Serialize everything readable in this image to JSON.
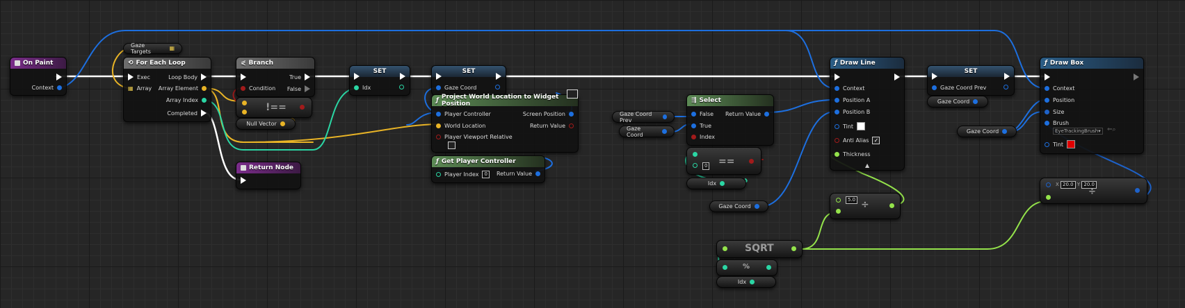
{
  "colors": {
    "exec": "#ffffff",
    "object": "#1d6fdf",
    "vector2d": "#1e62c9",
    "struct": "#1d6fdf",
    "bool": "#a11b1b",
    "int": "#2bd6a4",
    "float": "#94e34b",
    "array": "#e9b426",
    "tint_white": "#ffffff",
    "tint_red": "#e00000"
  },
  "on_paint": {
    "title": "On Paint",
    "context": "Context"
  },
  "gaze_targets": {
    "label": "Gaze Targets"
  },
  "for_each": {
    "title": "For Each Loop",
    "exec": "Exec",
    "array": "Array",
    "loop_body": "Loop Body",
    "array_element": "Array Element",
    "array_index": "Array Index",
    "completed": "Completed"
  },
  "branch": {
    "title": "Branch",
    "condition": "Condition",
    "true_label": "True",
    "false_label": "False"
  },
  "not_equal": {
    "op": "!=="
  },
  "null_vector": {
    "label": "Null Vector"
  },
  "return_node": {
    "title": "Return Node"
  },
  "set_idx": {
    "title": "SET",
    "pin": "Idx"
  },
  "set_gaze": {
    "title": "SET",
    "pin": "Gaze Coord"
  },
  "project": {
    "title": "Project World Location to Widget Position",
    "player_controller": "Player Controller",
    "world_location": "World Location",
    "viewport_relative": "Player Viewport Relative",
    "screen_position": "Screen Position",
    "return_value": "Return Value"
  },
  "get_pc": {
    "title": "Get Player Controller",
    "player_index": "Player Index",
    "player_index_value": "0",
    "return_value": "Return Value"
  },
  "gaze_coord_prev_var": {
    "label": "Gaze Coord Prev"
  },
  "gaze_coord_var1": {
    "label": "Gaze Coord"
  },
  "select": {
    "title": "Select",
    "false_label": "False",
    "true_label": "True",
    "index": "Index",
    "return_value": "Return Value"
  },
  "equals": {
    "op": "==",
    "value": "0"
  },
  "idx_var1": {
    "label": "Idx"
  },
  "gaze_coord_var2": {
    "label": "Gaze Coord"
  },
  "draw_line": {
    "title": "Draw Line",
    "context": "Context",
    "position_a": "Position A",
    "position_b": "Position B",
    "tint": "Tint",
    "anti_alias": "Anti Alias",
    "thickness": "Thickness"
  },
  "divide": {
    "value": "5.0",
    "op": "÷"
  },
  "sqrt": {
    "op": "SQRT"
  },
  "modulo": {
    "op": "%"
  },
  "idx_var2": {
    "label": "Idx"
  },
  "set_prev": {
    "title": "SET",
    "pin": "Gaze Coord Prev"
  },
  "gaze_coord_var3": {
    "label": "Gaze Coord"
  },
  "gaze_coord_var4": {
    "label": "Gaze Coord"
  },
  "draw_box": {
    "title": "Draw Box",
    "context": "Context",
    "position": "Position",
    "size": "Size",
    "brush": "Brush",
    "brush_value": "EyeTrackingBrush▾",
    "tint": "Tint"
  },
  "divide2": {
    "x_label": "X",
    "x_value": "20.0",
    "y_label": "Y",
    "y_value": "20.0",
    "op": "÷"
  }
}
